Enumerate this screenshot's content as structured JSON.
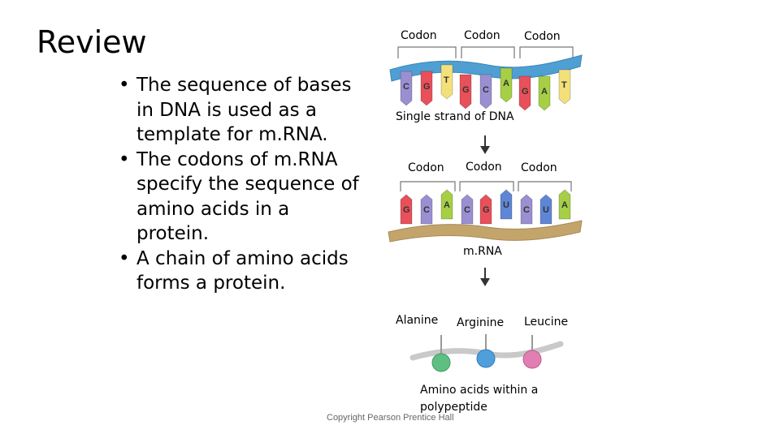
{
  "slide": {
    "title": "Review",
    "bullets": [
      "The sequence of bases in DNA is used as a template for m.RNA.",
      "The codons of m.RNA specify the sequence of amino acids in a protein.",
      "A chain of amino acids forms a protein."
    ]
  },
  "figure": {
    "dna": {
      "codon_labels": [
        "Codon",
        "Codon",
        "Codon"
      ],
      "bases": [
        "C",
        "G",
        "T",
        "G",
        "C",
        "A",
        "G",
        "A",
        "T"
      ],
      "caption": "Single strand of DNA"
    },
    "mrna": {
      "codon_labels": [
        "Codon",
        "Codon",
        "Codon"
      ],
      "bases": [
        "G",
        "C",
        "A",
        "C",
        "G",
        "U",
        "C",
        "U",
        "A"
      ],
      "caption": "m.RNA"
    },
    "amino_acids": {
      "names": [
        "Alanine",
        "Arginine",
        "Leucine"
      ],
      "caption": "Amino acids within a polypeptide"
    },
    "copyright": "Copyright Pearson Prentice Hall",
    "colors": {
      "C": "#9a8fd0",
      "G": "#e8505a",
      "T": "#f3e07a",
      "A": "#a6cf45",
      "U": "#5f86d6",
      "dna_backbone": "#4f9fd2",
      "mrna_backbone": "#c3a56c",
      "alanine": "#5fbf82",
      "arginine": "#4f9fdc",
      "leucine": "#e27fb2"
    }
  }
}
